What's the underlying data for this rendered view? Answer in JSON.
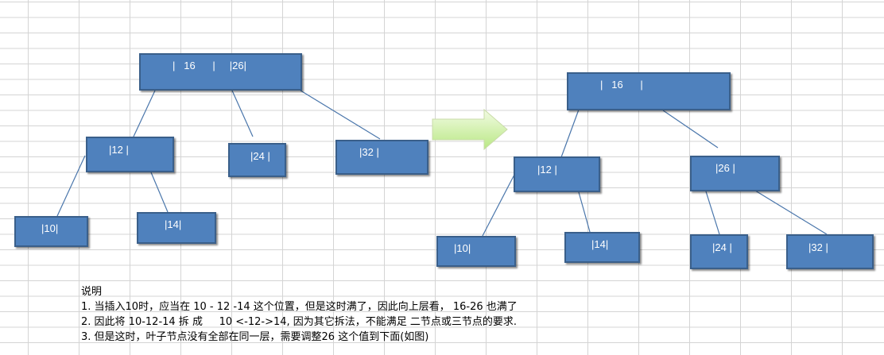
{
  "left_tree": {
    "root": "|   16      |     |26|",
    "n12": "|12 |",
    "n24": "|24 |",
    "n32": "|32 |",
    "n10": "|10|",
    "n14": "|14|"
  },
  "right_tree": {
    "root": "|   16      |",
    "n12": "|12 |",
    "n26": "|26 |",
    "n10": "|10|",
    "n14": "|14|",
    "n24": "|24 |",
    "n32": "|32 |"
  },
  "notes": {
    "title": "说明",
    "line1": "1. 当插入10时，应当在 10 - 12 -14 这个位置，但是这时满了，因此向上层看， 16-26 也满了",
    "line2": "2. 因此将 10-12-14 拆 成     10 <-12->14, 因为其它拆法，不能满足 二节点或三节点的要求.",
    "line3": "3. 但是这时，叶子节点没有全部在同一层，需要调整26 这个值到下面(如图)"
  },
  "colors": {
    "node_fill": "#4f81bd",
    "node_border": "#3a5f8a",
    "edge": "#4a76ab",
    "arrow_fill": "#ccf09b",
    "grid": "#d4d4d4"
  }
}
